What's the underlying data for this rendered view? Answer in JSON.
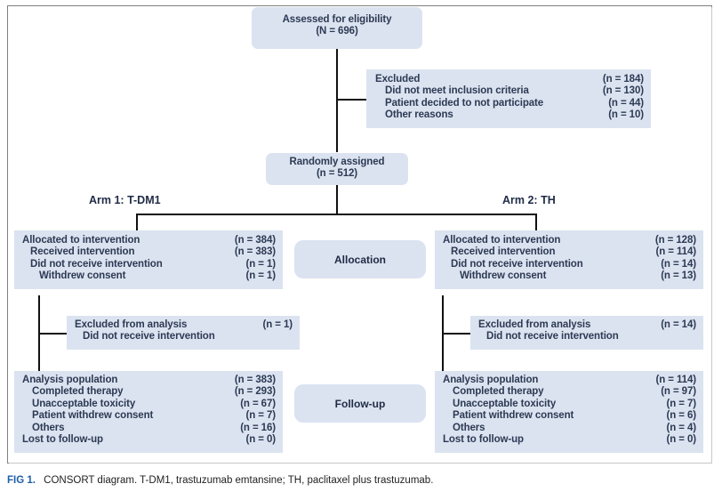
{
  "figure": {
    "caption_tag": "FIG 1.",
    "caption_text": "CONSORT diagram. T-DM1, trastuzumab emtansine; TH, paclitaxel plus trastuzumab."
  },
  "colors": {
    "box_fill": "#dbe3f0",
    "box_text": "#2d3a54",
    "line": "#111111",
    "frame": "#808080",
    "caption_tag": "#1f5fa8"
  },
  "enrollment": {
    "assessed": {
      "title": "Assessed for eligibility",
      "count": "(N = 696)"
    },
    "excluded": {
      "rows": [
        {
          "label": "Excluded",
          "count": "(n = 184)"
        },
        {
          "label": "Did not meet inclusion criteria",
          "count": "(n = 130)"
        },
        {
          "label": "Patient decided to not participate",
          "count": "(n = 44)"
        },
        {
          "label": "Other reasons",
          "count": "(n = 10)"
        }
      ]
    },
    "randomized": {
      "title": "Randomly assigned",
      "count": "(n = 512)"
    }
  },
  "stages": {
    "allocation": "Allocation",
    "followup": "Follow-up"
  },
  "arms": {
    "left": {
      "heading": "Arm 1: T-DM1",
      "allocation": {
        "rows": [
          {
            "label": "Allocated to intervention",
            "count": "(n = 384)"
          },
          {
            "label": "Received intervention",
            "count": "(n = 383)"
          },
          {
            "label": "Did not receive intervention",
            "count": "(n = 1)"
          },
          {
            "label": "Withdrew consent",
            "count": "(n = 1)"
          }
        ]
      },
      "excluded_from_analysis": {
        "rows": [
          {
            "label": "Excluded from analysis",
            "count": "(n = 1)"
          },
          {
            "label": "Did not receive intervention",
            "count": ""
          }
        ]
      },
      "followup": {
        "rows": [
          {
            "label": "Analysis population",
            "count": "(n = 383)"
          },
          {
            "label": "Completed therapy",
            "count": "(n = 293)"
          },
          {
            "label": "Unacceptable toxicity",
            "count": "(n = 67)"
          },
          {
            "label": "Patient withdrew consent",
            "count": "(n = 7)"
          },
          {
            "label": "Others",
            "count": "(n = 16)"
          },
          {
            "label": "Lost to follow-up",
            "count": "(n = 0)"
          }
        ]
      }
    },
    "right": {
      "heading": "Arm 2: TH",
      "allocation": {
        "rows": [
          {
            "label": "Allocated to intervention",
            "count": "(n = 128)"
          },
          {
            "label": "Received intervention",
            "count": "(n = 114)"
          },
          {
            "label": "Did not receive intervention",
            "count": "(n = 14)"
          },
          {
            "label": "Withdrew consent",
            "count": "(n = 13)"
          }
        ]
      },
      "excluded_from_analysis": {
        "rows": [
          {
            "label": "Excluded from analysis",
            "count": "(n = 14)"
          },
          {
            "label": "Did not receive intervention",
            "count": ""
          }
        ]
      },
      "followup": {
        "rows": [
          {
            "label": "Analysis population",
            "count": "(n = 114)"
          },
          {
            "label": "Completed therapy",
            "count": "(n = 97)"
          },
          {
            "label": "Unacceptable toxicity",
            "count": "(n = 7)"
          },
          {
            "label": "Patient withdrew consent",
            "count": "(n = 6)"
          },
          {
            "label": "Others",
            "count": "(n = 4)"
          },
          {
            "label": "Lost to follow-up",
            "count": "(n = 0)"
          }
        ]
      }
    }
  }
}
